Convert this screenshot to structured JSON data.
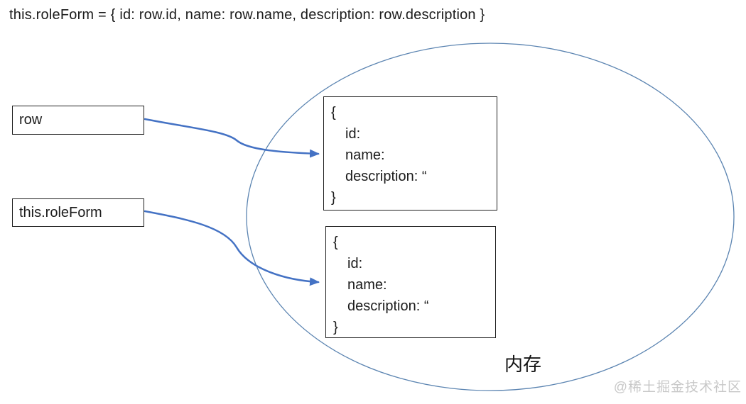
{
  "title": "this.roleForm = { id: row.id, name: row.name, description: row.description }",
  "variables": [
    {
      "label": "row"
    },
    {
      "label": "this.roleForm"
    }
  ],
  "memory": {
    "region_label": "内存",
    "objects": [
      {
        "lines": [
          "{",
          "id:",
          "name:",
          "description: “",
          "}"
        ]
      },
      {
        "lines": [
          "{",
          "id:",
          "name:",
          "description: “",
          "}"
        ]
      }
    ]
  },
  "watermark": "@稀土掘金技术社区",
  "colors": {
    "arrow": "#4472c4",
    "ellipse_stroke": "#5b84b1",
    "box_border": "#1f1f1f",
    "text": "#1c1c1c",
    "watermark": "#c8c8c8",
    "background": "#ffffff"
  }
}
